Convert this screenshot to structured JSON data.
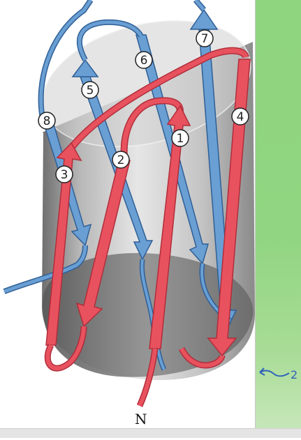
{
  "diagram": {
    "strands": [
      {
        "id": 1,
        "label": "1",
        "color": "#e8525f"
      },
      {
        "id": 2,
        "label": "2",
        "color": "#e8525f"
      },
      {
        "id": 3,
        "label": "3",
        "color": "#e8525f"
      },
      {
        "id": 4,
        "label": "4",
        "color": "#e8525f"
      },
      {
        "id": 5,
        "label": "5",
        "color": "#5b93cc"
      },
      {
        "id": 6,
        "label": "6",
        "color": "#5b93cc"
      },
      {
        "id": 7,
        "label": "7",
        "color": "#5b93cc"
      },
      {
        "id": 8,
        "label": "8",
        "color": "#5b93cc"
      }
    ],
    "terminus_label": "N",
    "colors": {
      "red_strand": "#e8525f",
      "red_edge": "#b12d3a",
      "blue_strand": "#6a9fd4",
      "blue_edge": "#2f5f95",
      "barrel": "#a9a9a9"
    }
  },
  "side_panel": {
    "annotation": "←2",
    "color": "#8fd47e",
    "annotation_color": "#2f62b8"
  }
}
